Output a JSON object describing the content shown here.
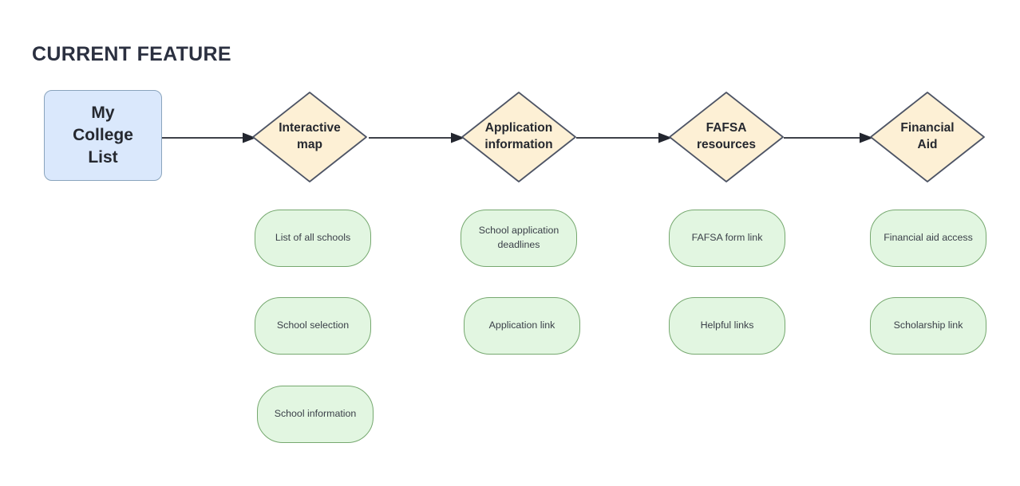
{
  "page": {
    "title": "CURRENT FEATURE",
    "background": "#ffffff"
  },
  "colors": {
    "title_text": "#2b3040",
    "start_fill": "#dae8fc",
    "start_stroke": "#8aa4bd",
    "diamond_fill": "#fdf0d5",
    "diamond_stroke": "#4d5465",
    "pill_fill": "#e2f6e1",
    "pill_stroke": "#76a86f",
    "arrow": "#23262f",
    "node_text": "#25282f",
    "pill_text": "#3b4049"
  },
  "flow": {
    "start_node": {
      "label": "My\nCollege\nList",
      "shape": "rounded-rectangle"
    },
    "steps": [
      {
        "id": "interactive-map",
        "label": "Interactive\nmap",
        "shape": "diamond",
        "has_outgoing_arrow": true,
        "children": [
          "List of all schools",
          "School selection",
          "School information"
        ]
      },
      {
        "id": "application-information",
        "label": "Application\ninformation",
        "shape": "diamond",
        "has_outgoing_arrow": true,
        "children": [
          "School application\ndeadlines",
          "Application link"
        ]
      },
      {
        "id": "fafsa-resources",
        "label": "FAFSA\nresources",
        "shape": "diamond",
        "has_outgoing_arrow": true,
        "children": [
          "FAFSA form link",
          "Helpful links"
        ]
      },
      {
        "id": "financial-aid",
        "label": "Financial\nAid",
        "shape": "diamond",
        "has_outgoing_arrow": false,
        "children": [
          "Financial aid access",
          "Scholarship link"
        ]
      }
    ]
  }
}
